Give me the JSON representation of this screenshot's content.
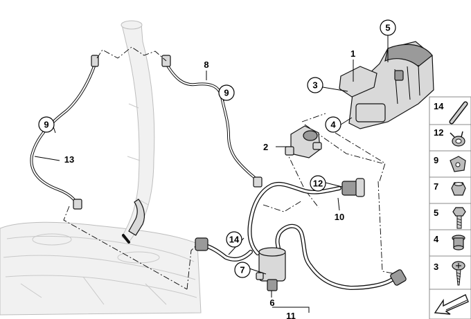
{
  "diagram": {
    "callouts": [
      {
        "id": "c1",
        "text": "1",
        "circled": false
      },
      {
        "id": "c2",
        "text": "2",
        "circled": false
      },
      {
        "id": "c3",
        "text": "3",
        "circled": true
      },
      {
        "id": "c4",
        "text": "4",
        "circled": true
      },
      {
        "id": "c5",
        "text": "5",
        "circled": true
      },
      {
        "id": "c6",
        "text": "6",
        "circled": false
      },
      {
        "id": "c7",
        "text": "7",
        "circled": true
      },
      {
        "id": "c8",
        "text": "8",
        "circled": false
      },
      {
        "id": "c9a",
        "text": "9",
        "circled": true
      },
      {
        "id": "c9b",
        "text": "9",
        "circled": true
      },
      {
        "id": "c10",
        "text": "10",
        "circled": false
      },
      {
        "id": "c11",
        "text": "11",
        "circled": false
      },
      {
        "id": "c12",
        "text": "12",
        "circled": true
      },
      {
        "id": "c13",
        "text": "13",
        "circled": false
      },
      {
        "id": "c14",
        "text": "14",
        "circled": true
      }
    ]
  },
  "parts_panel": {
    "items": [
      {
        "text": "14",
        "icon": "hose-segment-icon"
      },
      {
        "text": "12",
        "icon": "hose-clamp-icon"
      },
      {
        "text": "9",
        "icon": "clip-icon"
      },
      {
        "text": "7",
        "icon": "nut-icon"
      },
      {
        "text": "5",
        "icon": "hex-bolt-icon"
      },
      {
        "text": "4",
        "icon": "grommet-icon"
      },
      {
        "text": "3",
        "icon": "screw-icon"
      }
    ],
    "footer_icon": "direction-arrow-icon"
  }
}
